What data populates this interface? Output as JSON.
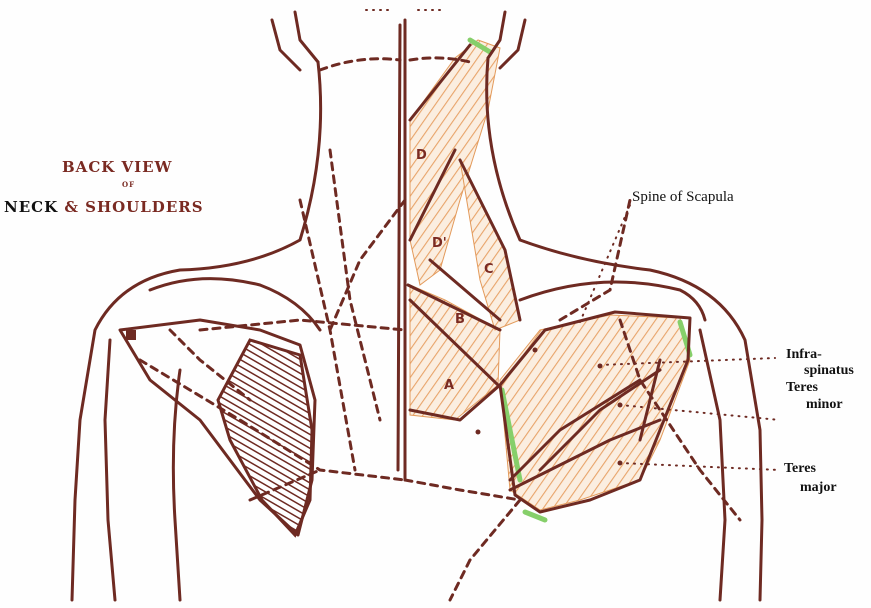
{
  "title": {
    "line1": "BACK VIEW",
    "line2": "OF",
    "line3_bold": "NECK",
    "line3_rest": " & SHOULDERS"
  },
  "labels": {
    "spine": "Spine of Scapula",
    "infra1": "Infra-",
    "infra2": "spinatus",
    "teres_minor1": "Teres",
    "teres_minor2": "minor",
    "teres_major1": "Teres",
    "teres_major2": "major"
  },
  "letters": {
    "d": "D",
    "d2": "D'",
    "c": "C",
    "b": "B",
    "a": "A"
  },
  "colors": {
    "line": "#6e2a22",
    "muscle_fill": "#f6d2b0",
    "muscle_stroke": "#e39a5b",
    "accent_green": "#86cf6a",
    "label_text": "#111111"
  }
}
